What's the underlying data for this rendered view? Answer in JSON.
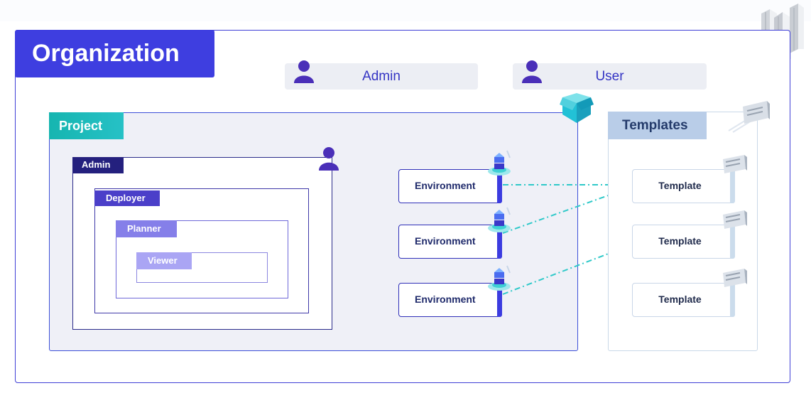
{
  "organization": {
    "title": "Organization"
  },
  "roles": {
    "admin_label": "Admin",
    "user_label": "User"
  },
  "project": {
    "title": "Project",
    "nested_roles": {
      "admin": "Admin",
      "deployer": "Deployer",
      "planner": "Planner",
      "viewer": "Viewer"
    },
    "environments": [
      "Environment",
      "Environment",
      "Environment"
    ]
  },
  "templates": {
    "title": "Templates",
    "items": [
      "Template",
      "Template",
      "Template"
    ]
  },
  "colors": {
    "organization": "#3e3ee0",
    "project": "#1bb9b6",
    "templates": "#b9cde8",
    "admin_role": "#2a2a8a",
    "deployer_role": "#4b3fc9",
    "planner_role": "#7f78e8",
    "viewer_role": "#a7a2f3",
    "connector": "#2fc9c9"
  },
  "icons": [
    "user-icon",
    "cube-icon",
    "building-icon",
    "server-icon",
    "environment-stack-icon"
  ]
}
